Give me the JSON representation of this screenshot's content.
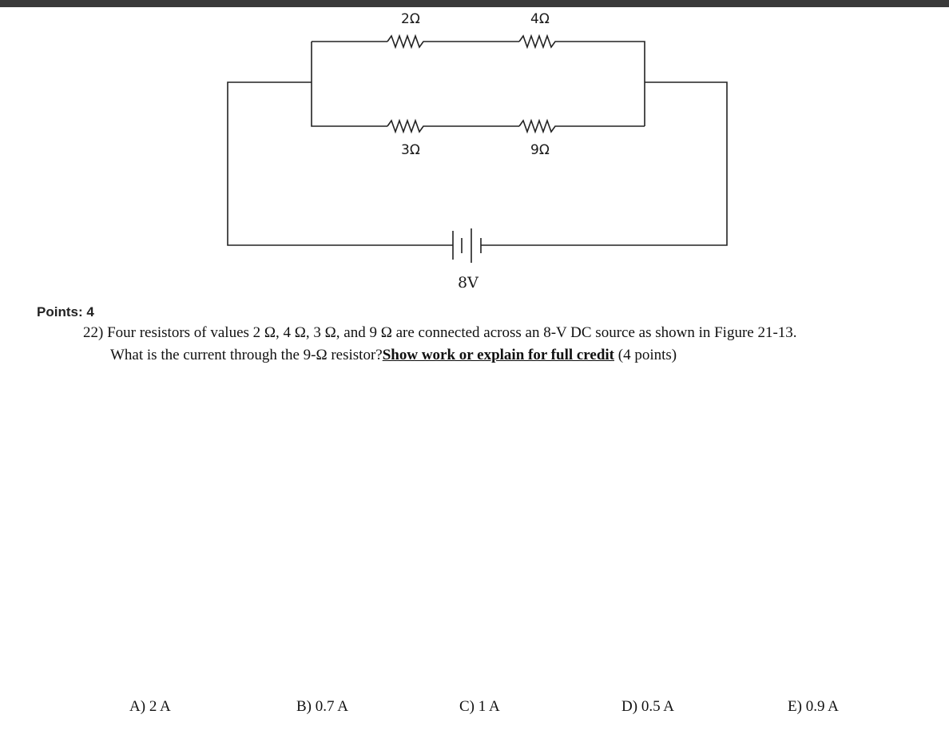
{
  "figure": {
    "resistors": [
      {
        "label": "2Ω"
      },
      {
        "label": "4Ω"
      },
      {
        "label": "3Ω"
      },
      {
        "label": "9Ω"
      }
    ],
    "source_label": "8V"
  },
  "points_label": "Points: 4",
  "question": {
    "number": "22)",
    "line1": "Four resistors of values 2 Ω, 4 Ω, 3 Ω, and 9 Ω are connected across an 8-V DC source as shown in Figure 21-13.",
    "line2_start": "What is the current through the 9-Ω resistor?",
    "emphasis": "Show work or explain for full credit",
    "line2_end": " (4 points)"
  },
  "choices": [
    {
      "letter": "A)",
      "value": "2 A"
    },
    {
      "letter": "B)",
      "value": "0.7 A"
    },
    {
      "letter": "C)",
      "value": "1 A"
    },
    {
      "letter": "D)",
      "value": "0.5 A"
    },
    {
      "letter": "E)",
      "value": "0.9 A"
    }
  ]
}
